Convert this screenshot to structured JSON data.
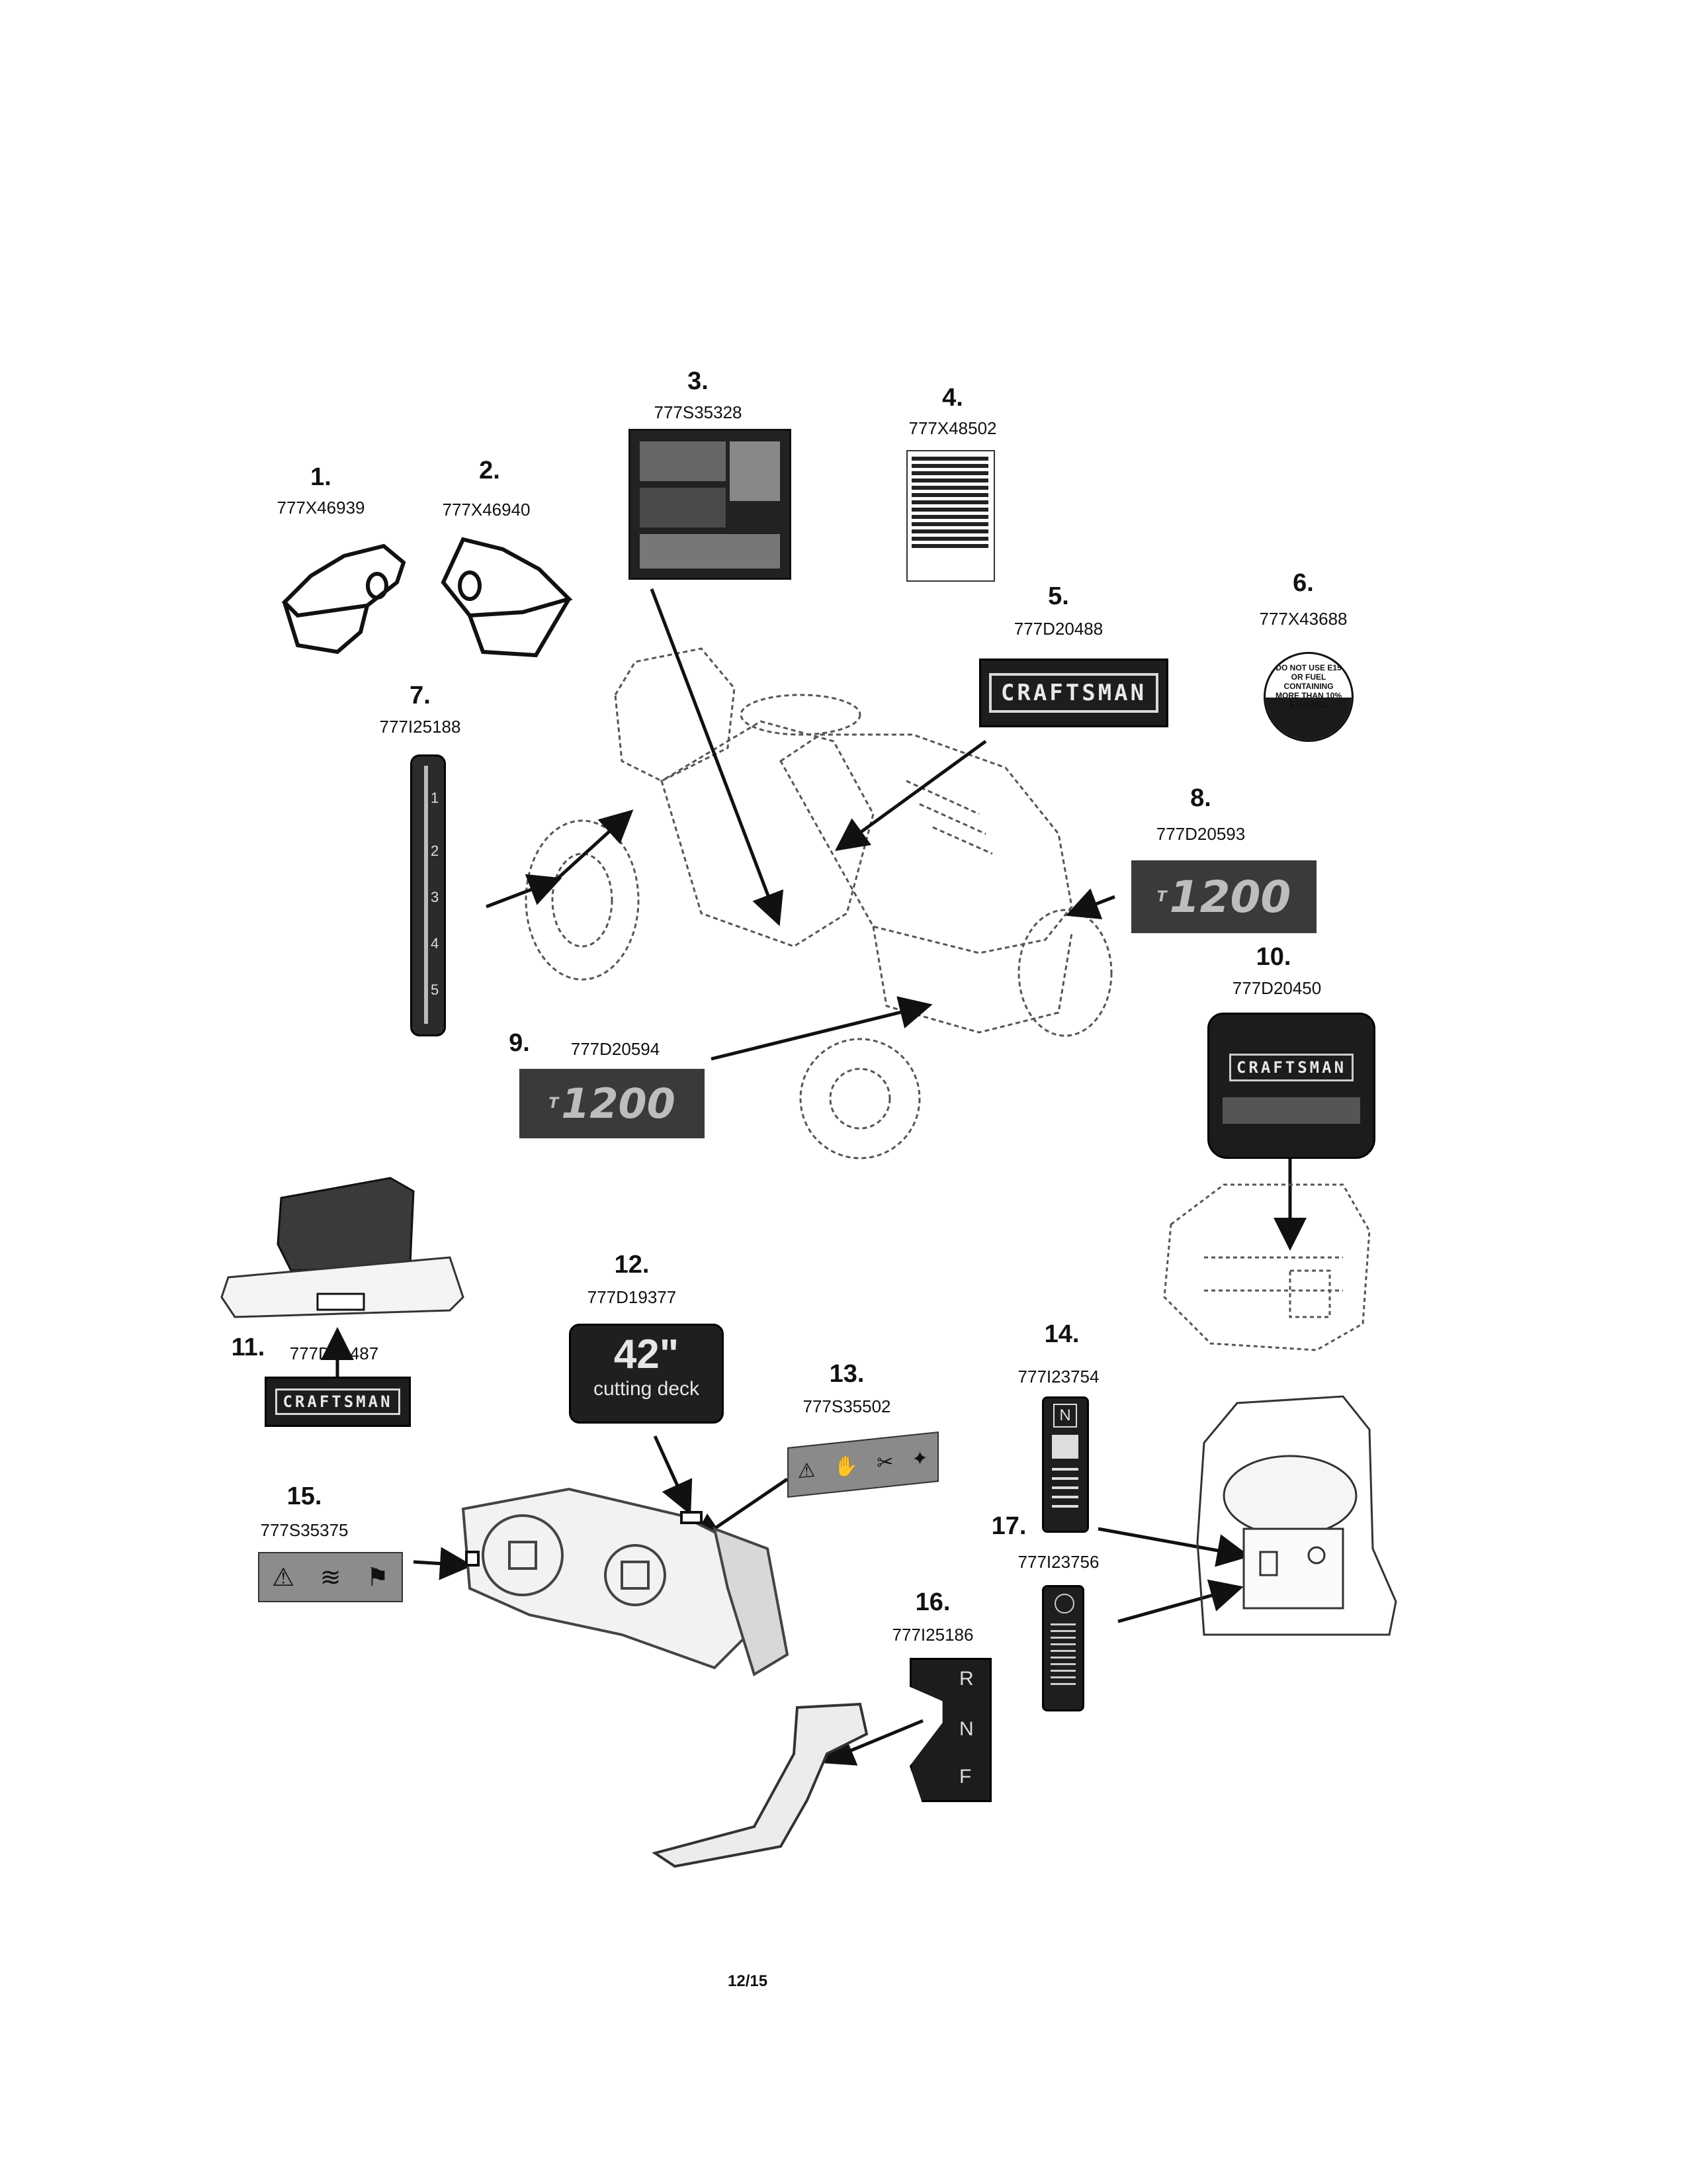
{
  "page_number": "12/15",
  "items": [
    {
      "num": "1.",
      "part": "777X46939"
    },
    {
      "num": "2.",
      "part": "777X46940"
    },
    {
      "num": "3.",
      "part": "777S35328"
    },
    {
      "num": "4.",
      "part": "777X48502"
    },
    {
      "num": "5.",
      "part": "777D20488"
    },
    {
      "num": "6.",
      "part": "777X43688"
    },
    {
      "num": "7.",
      "part": "777I25188"
    },
    {
      "num": "8.",
      "part": "777D20593"
    },
    {
      "num": "9.",
      "part": "777D20594"
    },
    {
      "num": "10.",
      "part": "777D20450"
    },
    {
      "num": "11.",
      "part": "777D20487"
    },
    {
      "num": "12.",
      "part": "777D19377"
    },
    {
      "num": "13.",
      "part": "777S35502"
    },
    {
      "num": "14.",
      "part": "777I23754"
    },
    {
      "num": "15.",
      "part": "777S35375"
    },
    {
      "num": "16.",
      "part": "777I25186"
    },
    {
      "num": "17.",
      "part": "777I23756"
    }
  ],
  "decals": {
    "brand": "CRAFTSMAN",
    "model": "1200",
    "model_prefix": "T",
    "deck_size": "42\"",
    "deck_label": "cutting deck",
    "fuel_warning": "DO NOT USE E15 OR FUEL CONTAINING MORE THAN 10% ETHANOL",
    "slider_ticks": [
      "1",
      "2",
      "3",
      "4",
      "5"
    ],
    "pedal_letters": [
      "R",
      "N",
      "F"
    ],
    "panel_letter": "N"
  }
}
